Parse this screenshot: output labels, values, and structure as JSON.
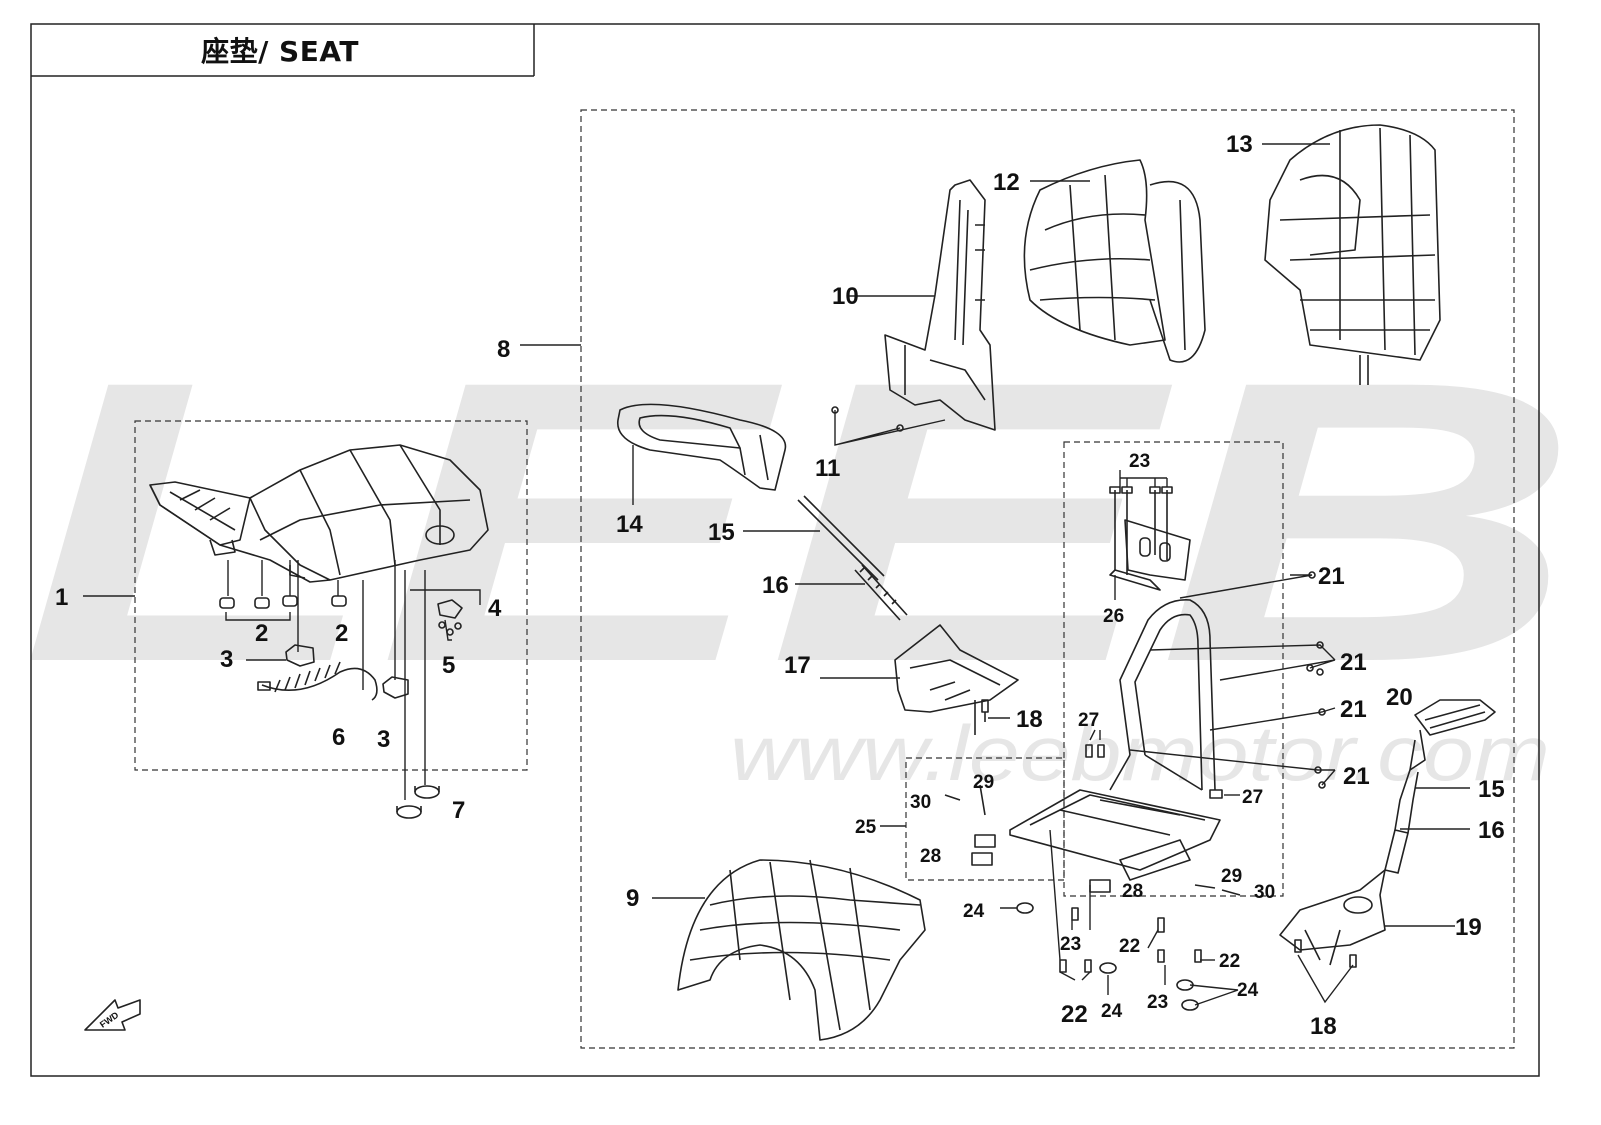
{
  "title": "座垫/ SEAT",
  "watermark": {
    "brand": "LEEB",
    "url": "www.leebmotor.com"
  },
  "fwd_label": "FWD",
  "callouts": {
    "c1": "1",
    "c2a": "2",
    "c2b": "2",
    "c3a": "3",
    "c3b": "3",
    "c4": "4",
    "c5": "5",
    "c6": "6",
    "c7": "7",
    "c8": "8",
    "c9": "9",
    "c10": "10",
    "c11": "11",
    "c12": "12",
    "c13": "13",
    "c14": "14",
    "c15a": "15",
    "c15b": "15",
    "c16a": "16",
    "c16b": "16",
    "c17": "17",
    "c18a": "18",
    "c18b": "18",
    "c19": "19",
    "c20": "20",
    "c21a": "21",
    "c21b": "21",
    "c21c": "21",
    "c21d": "21",
    "c22a": "22",
    "c22b": "22",
    "c22c": "22",
    "c23a": "23",
    "c23b": "23",
    "c23c": "23",
    "c24a": "24",
    "c24b": "24",
    "c24c": "24",
    "c25": "25",
    "c26": "26",
    "c27a": "27",
    "c27b": "27",
    "c28a": "28",
    "c28b": "28",
    "c29a": "29",
    "c29b": "29",
    "c30a": "30",
    "c30b": "30"
  },
  "colors": {
    "line": "#222222",
    "watermark": "#e6e6e6"
  }
}
